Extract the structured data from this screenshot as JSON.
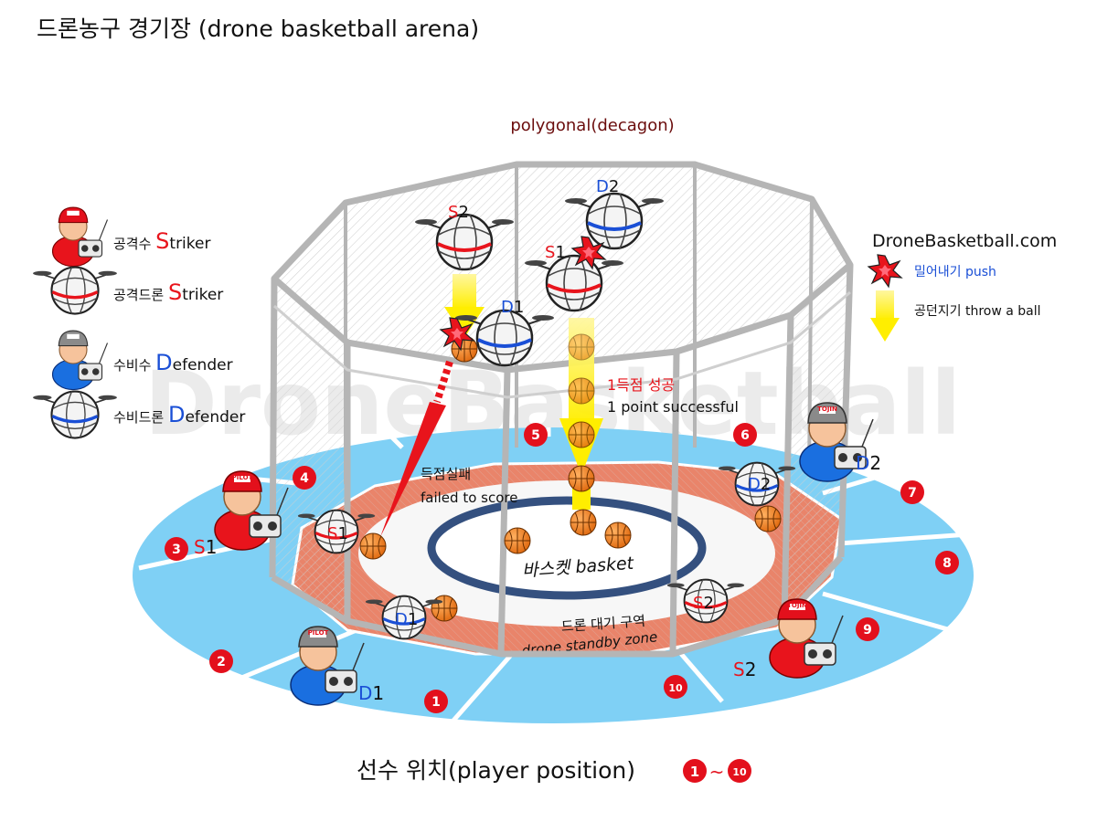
{
  "title": "드론농구 경기장 (drone basketball arena)",
  "shape_label": "polygonal(decagon)",
  "website": "DroneBasketball.com",
  "watermark": "DroneBasketball",
  "legend": [
    {
      "prefix": "공격수 ",
      "initial": "S",
      "rest": "triker",
      "kind": "pilot",
      "team": "red"
    },
    {
      "prefix": "공격드론 ",
      "initial": "S",
      "rest": "triker",
      "kind": "drone",
      "team": "red"
    },
    {
      "prefix": "수비수 ",
      "initial": "D",
      "rest": "efender",
      "kind": "pilot",
      "team": "blue"
    },
    {
      "prefix": "수비드론 ",
      "initial": "D",
      "rest": "efender",
      "kind": "drone",
      "team": "blue"
    }
  ],
  "actions": {
    "push": "밀어내기 push",
    "throw": "공던지기 throw a ball"
  },
  "annotations": {
    "success_ko": "1득점 성공",
    "success_en": "1 point successful",
    "fail_ko": "득점실패",
    "fail_en": "failed to score",
    "basket": "바스켓 basket",
    "standby_ko": "드론 대기 구역",
    "standby_en": "drone standby zone"
  },
  "positions": [
    "1",
    "2",
    "3",
    "4",
    "5",
    "6",
    "7",
    "8",
    "9",
    "10"
  ],
  "drone_labels": [
    "S2",
    "D2",
    "S1",
    "D1",
    "S1",
    "D1",
    "S2",
    "D2"
  ],
  "pilot_labels": [
    "S1",
    "D1",
    "S2",
    "D2"
  ],
  "pilot_badges": [
    "PILOT",
    "PILOT",
    "TOJIN",
    "TOJIN"
  ],
  "footer": {
    "text": "선수 위치(player position)",
    "range_start": "1",
    "range_sep": "~",
    "range_end": "10"
  },
  "colors": {
    "striker": "#e8141c",
    "defender": "#1a4fd6",
    "court_outer": "#7fd0f5",
    "zone": "#e9846a",
    "basket_ring": "#34507f",
    "cage": "#b5b5b5",
    "arrow_yellow": "#ffee00",
    "badge": "#e3101c",
    "title_dark_red": "#6b0d0d"
  }
}
